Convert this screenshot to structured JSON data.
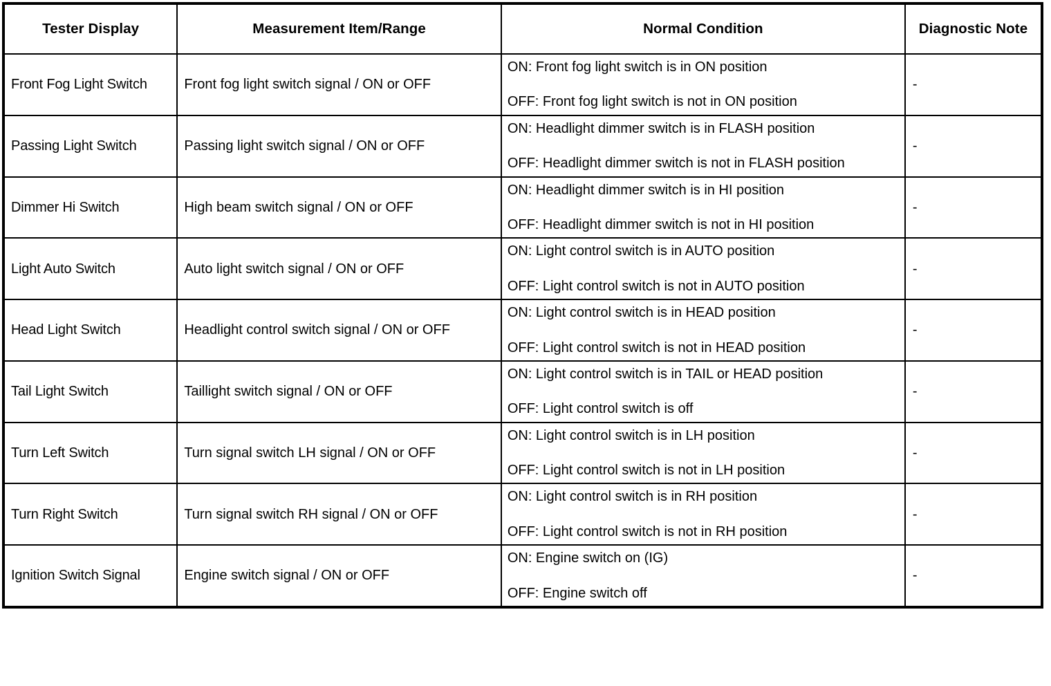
{
  "table": {
    "columns": [
      {
        "id": "tester_display",
        "label": "Tester Display"
      },
      {
        "id": "measurement_item",
        "label": "Measurement Item/Range"
      },
      {
        "id": "normal_condition",
        "label": "Normal Condition"
      },
      {
        "id": "diagnostic_note",
        "label": "Diagnostic Note"
      }
    ],
    "rows": [
      {
        "tester_display": "Front Fog Light Switch",
        "measurement_item": "Front fog light switch signal / ON or OFF",
        "on_condition": "ON: Front fog light switch is in ON position",
        "off_condition": "OFF: Front fog light switch is not in ON position",
        "diagnostic_note": "-"
      },
      {
        "tester_display": "Passing Light Switch",
        "measurement_item": "Passing light switch signal / ON or OFF",
        "on_condition": "ON: Headlight dimmer switch is in FLASH position",
        "off_condition": "OFF: Headlight dimmer switch is not in FLASH position",
        "diagnostic_note": "-"
      },
      {
        "tester_display": "Dimmer Hi Switch",
        "measurement_item": "High beam switch signal / ON or OFF",
        "on_condition": "ON: Headlight dimmer switch is in HI position",
        "off_condition": "OFF: Headlight dimmer switch is not in HI position",
        "diagnostic_note": "-"
      },
      {
        "tester_display": "Light Auto Switch",
        "measurement_item": "Auto light switch signal / ON or OFF",
        "on_condition": "ON: Light control switch is in AUTO position",
        "off_condition": "OFF: Light control switch is not in AUTO position",
        "diagnostic_note": "-"
      },
      {
        "tester_display": "Head Light Switch",
        "measurement_item": "Headlight control switch signal / ON or OFF",
        "on_condition": "ON: Light control switch is in HEAD position",
        "off_condition": "OFF: Light control switch is not in HEAD position",
        "diagnostic_note": "-"
      },
      {
        "tester_display": "Tail Light Switch",
        "measurement_item": "Taillight switch signal / ON or OFF",
        "on_condition": "ON: Light control switch is in TAIL or HEAD position",
        "off_condition": "OFF: Light control switch is off",
        "diagnostic_note": "-"
      },
      {
        "tester_display": "Turn Left Switch",
        "measurement_item": "Turn signal switch LH signal / ON or OFF",
        "on_condition": "ON: Light control switch is in LH position",
        "off_condition": "OFF: Light control switch is not in LH position",
        "diagnostic_note": "-"
      },
      {
        "tester_display": "Turn Right Switch",
        "measurement_item": "Turn signal switch RH signal / ON or OFF",
        "on_condition": "ON: Light control switch is in RH position",
        "off_condition": "OFF: Light control switch is not in RH position",
        "diagnostic_note": "-"
      },
      {
        "tester_display": "Ignition Switch Signal",
        "measurement_item": "Engine switch signal / ON or OFF",
        "on_condition": "ON: Engine switch on (IG)",
        "off_condition": "OFF: Engine switch off",
        "diagnostic_note": "-"
      }
    ]
  }
}
